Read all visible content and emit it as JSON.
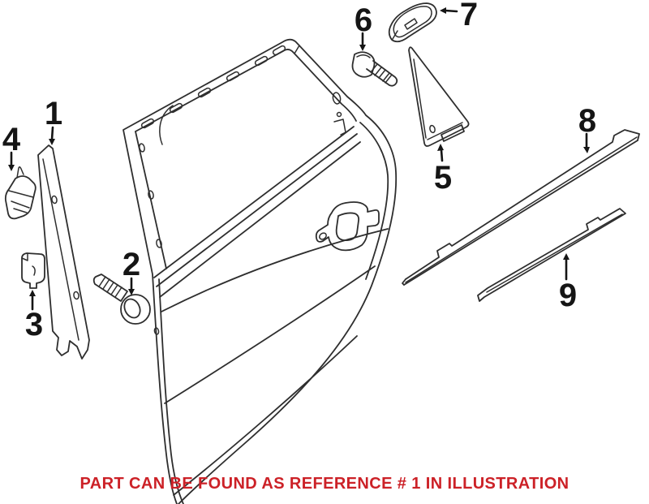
{
  "illustration": {
    "callouts": [
      {
        "ref": "1"
      },
      {
        "ref": "2"
      },
      {
        "ref": "3"
      },
      {
        "ref": "4"
      },
      {
        "ref": "5"
      },
      {
        "ref": "6"
      },
      {
        "ref": "7"
      },
      {
        "ref": "8"
      },
      {
        "ref": "9"
      }
    ],
    "notice": {
      "text": "PART CAN BE FOUND AS REFERENCE # 1 IN ILLUSTRATION",
      "color": "#cc2127"
    },
    "colors": {
      "line": "#2e2e2e",
      "background": "#ffffff"
    }
  }
}
